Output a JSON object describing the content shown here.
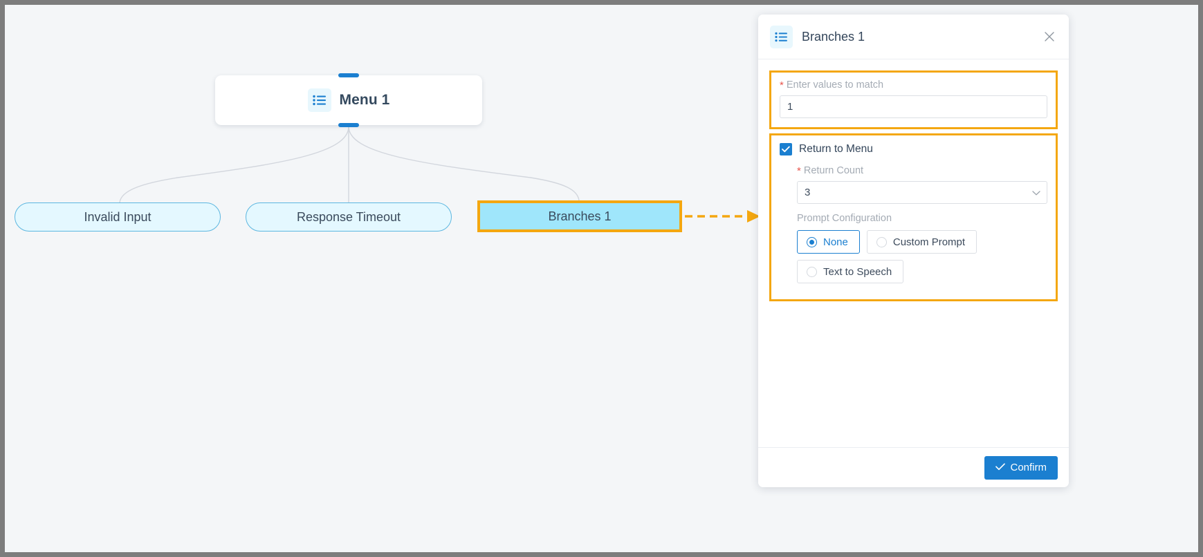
{
  "canvas": {
    "menu_node": {
      "title": "Menu 1",
      "icon": "list-menu-icon"
    },
    "branch_nodes": [
      {
        "label": "Invalid Input",
        "selected": false
      },
      {
        "label": "Response Timeout",
        "selected": false
      },
      {
        "label": "Branches 1",
        "selected": true
      }
    ]
  },
  "panel": {
    "title": "Branches 1",
    "icon": "list-menu-icon",
    "close_icon": "close-icon",
    "match_values": {
      "label": "Enter values to match",
      "required": true,
      "value": "1",
      "placeholder": ""
    },
    "return_to_menu": {
      "label": "Return to Menu",
      "checked": true,
      "return_count": {
        "label": "Return Count",
        "required": true,
        "value": "3"
      },
      "prompt_configuration": {
        "label": "Prompt Configuration",
        "options": [
          {
            "label": "None",
            "selected": true
          },
          {
            "label": "Custom Prompt",
            "selected": false
          },
          {
            "label": "Text to Speech",
            "selected": false
          }
        ]
      }
    },
    "footer": {
      "confirm_label": "Confirm",
      "confirm_icon": "check-icon"
    }
  },
  "colors": {
    "accent_blue": "#1b7fd0",
    "highlight_orange": "#f4a710",
    "node_fill": "#e4f8ff",
    "selected_node_fill": "#9fe6fb",
    "required_red": "#e8554d"
  }
}
